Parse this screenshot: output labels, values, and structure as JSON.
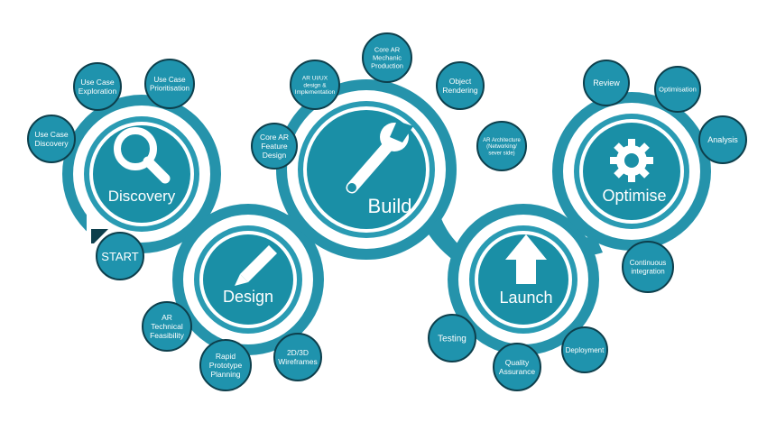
{
  "colors": {
    "teal": "#1a8fa6",
    "light_teal": "#ffffff",
    "ring": "#0f6f84",
    "satellite": "#1f93ad",
    "dark_edge": "#0d3f4c"
  },
  "stages": {
    "discovery": "Discovery",
    "design": "Design",
    "build": "Build",
    "launch": "Launch",
    "optimise": "Optimise"
  },
  "start_label": "START",
  "satellites": {
    "use_case_discovery": [
      "Use Case",
      "Discovery"
    ],
    "use_case_exploration": [
      "Use Case",
      "Exploration"
    ],
    "use_case_prioritisation": [
      "Use Case",
      "Prioritisation"
    ],
    "ar_technical_feasibility": [
      "AR",
      "Technical",
      "Feasibility"
    ],
    "rapid_prototype_planning": [
      "Rapid",
      "Prototype",
      "Planning"
    ],
    "wireframes": [
      "2D/3D",
      "Wireframes"
    ],
    "core_ar_feature_design": [
      "Core AR",
      "Feature",
      "Design"
    ],
    "ar_ui_ux": [
      "AR UI/UX",
      "design &",
      "Implementation"
    ],
    "core_ar_mechanic": [
      "Core AR",
      "Mechanic",
      "Production"
    ],
    "object_rendering": [
      "Object",
      "Rendering"
    ],
    "ar_architecture": [
      "AR Architecture",
      "(Networking/",
      "sever side)"
    ],
    "testing": [
      "Testing"
    ],
    "quality_assurance": [
      "Quality",
      "Assurance"
    ],
    "deployment": [
      "Deployment"
    ],
    "review": [
      "Review"
    ],
    "optimisation": [
      "Optimisation"
    ],
    "analysis": [
      "Analysis"
    ],
    "continuous_integration": [
      "Continuous",
      "integration"
    ]
  },
  "icons": {
    "discovery": "magnifier-icon",
    "design": "pencil-icon",
    "build": "wrench-icon",
    "launch": "up-arrow-icon",
    "optimise": "gear-icon"
  }
}
